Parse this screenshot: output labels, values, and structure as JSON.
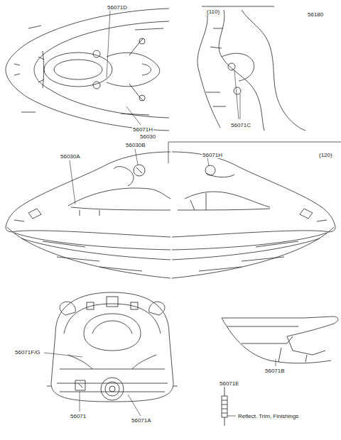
{
  "diagram": {
    "labels": [
      "56071D",
      "(110)",
      "56180",
      "56071C",
      "56071H",
      "56030",
      "56030A",
      "56030B",
      "56071H",
      "(120)",
      "56071F/G",
      "56071",
      "56071A",
      "56071B",
      "56071E",
      "Reflect. Trim, Finishings"
    ]
  }
}
